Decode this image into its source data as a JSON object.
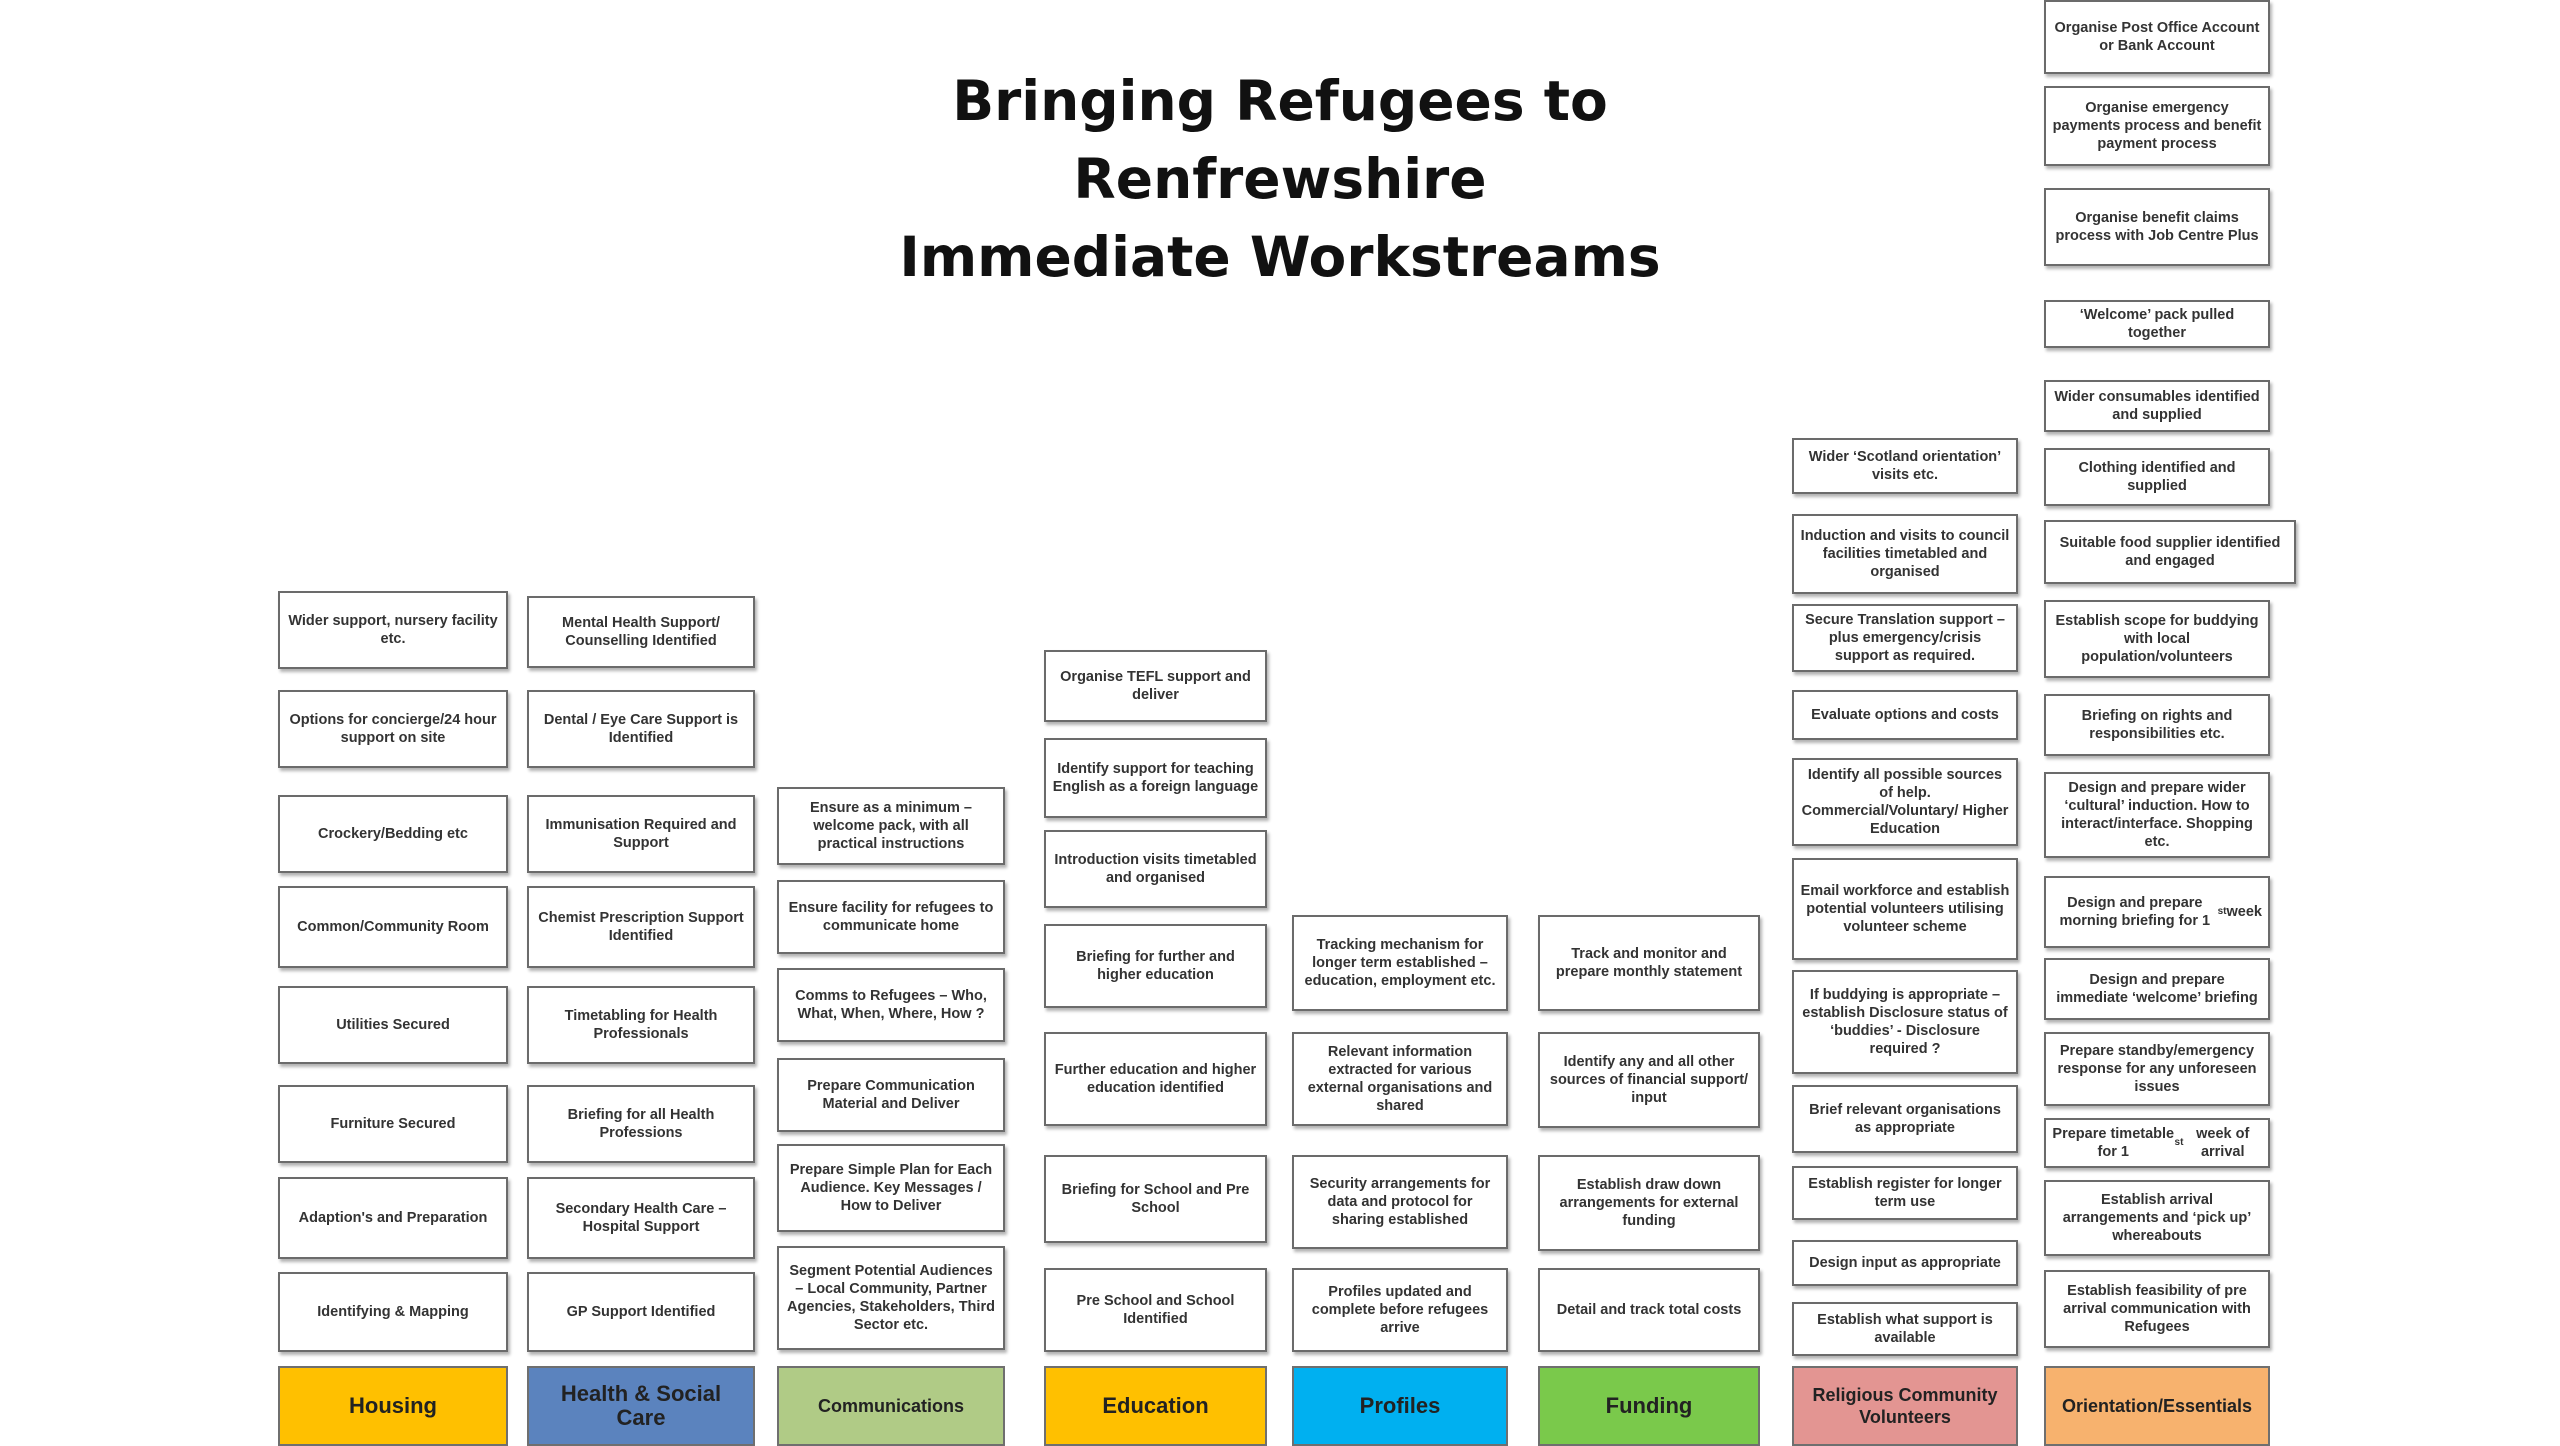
{
  "title": {
    "line1": "Bringing Refugees to",
    "line2": "Renfrewshire",
    "line3": "Immediate Workstreams"
  },
  "colors": {
    "housing": "#FFC000",
    "health": "#5B83BE",
    "communications": "#B0CB86",
    "education": "#FFC000",
    "profiles": "#00B0F0",
    "funding": "#7AC94B",
    "religious": "#E39592",
    "orientation": "#F7B26E"
  },
  "columns": {
    "housing": {
      "label": "Housing",
      "items": [
        "Wider support, nursery facility etc.",
        "Options for concierge/24 hour support on site",
        "Crockery/Bedding etc",
        "Common/Community Room",
        "Utilities Secured",
        "Furniture Secured",
        "Adaption's and Preparation",
        "Identifying & Mapping"
      ]
    },
    "health": {
      "label": "Health & Social Care",
      "items": [
        "Mental Health Support/ Counselling Identified",
        "Dental / Eye Care Support is Identified",
        "Immunisation Required and Support",
        "Chemist Prescription Support Identified",
        "Timetabling for Health Professionals",
        "Briefing for all Health Professions",
        "Secondary Health Care – Hospital Support",
        "GP Support Identified"
      ]
    },
    "communications": {
      "label": "Communications",
      "items": [
        "Ensure as a minimum – welcome pack, with all practical instructions",
        "Ensure facility for refugees to communicate home",
        "Comms to Refugees – Who, What, When, Where, How ?",
        "Prepare Communication Material and Deliver",
        "Prepare Simple Plan for Each Audience. Key Messages / How to Deliver",
        "Segment Potential Audiences – Local Community, Partner Agencies, Stakeholders, Third Sector etc."
      ]
    },
    "education": {
      "label": "Education",
      "items": [
        "Organise TEFL support and deliver",
        "Identify support for teaching English as a foreign language",
        "Introduction visits timetabled and organised",
        "Briefing for further and higher education",
        "Further education and higher education identified",
        "Briefing for School and Pre School",
        "Pre School and School Identified"
      ]
    },
    "profiles": {
      "label": "Profiles",
      "items": [
        "Tracking mechanism for longer term established – education, employment etc.",
        "Relevant information extracted for various external organisations and shared",
        "Security arrangements for data and protocol for sharing established",
        "Profiles updated and complete before refugees arrive"
      ]
    },
    "funding": {
      "label": "Funding",
      "items": [
        "Track and monitor and prepare monthly statement",
        "Identify any and all other sources of financial support/ input",
        "Establish draw down arrangements for external funding",
        "Detail and track total costs"
      ]
    },
    "religious": {
      "label": "Religious Community Volunteers",
      "items": [
        "Wider ‘Scotland orientation’ visits etc.",
        "Induction and visits to council facilities timetabled and organised",
        "Secure Translation support – plus emergency/crisis support as required.",
        "Evaluate options and costs",
        "Identify all possible sources of help. Commercial/Voluntary/ Higher Education",
        "Email workforce and establish potential volunteers utilising volunteer scheme",
        "If buddying is appropriate – establish Disclosure status of ‘buddies’ - Disclosure required ?",
        "Brief relevant organisations as appropriate",
        "Establish register for longer term use",
        "Design input as appropriate",
        "Establish what support is available"
      ]
    },
    "orientation": {
      "label": "Orientation/Essentials",
      "items": [
        "Organise Post Office Account or Bank Account",
        "Organise emergency payments process and benefit payment process",
        "Organise benefit claims process with Job Centre Plus",
        "‘Welcome’ pack pulled together",
        "Wider consumables identified and supplied",
        "Clothing identified and supplied",
        "Suitable food supplier identified and engaged",
        "Establish scope for buddying with local population/volunteers",
        "Briefing on rights and responsibilities etc.",
        "Design and prepare wider ‘cultural’ induction. How to interact/interface. Shopping etc.",
        "Design and prepare morning briefing for 1st week",
        "Design and prepare immediate ‘welcome’ briefing",
        "Prepare standby/emergency response for any unforeseen issues",
        "Prepare timetable for 1st week of arrival",
        "Establish arrival arrangements and ‘pick up’ whereabouts",
        "Establish feasibility of pre arrival communication with Refugees"
      ]
    }
  }
}
